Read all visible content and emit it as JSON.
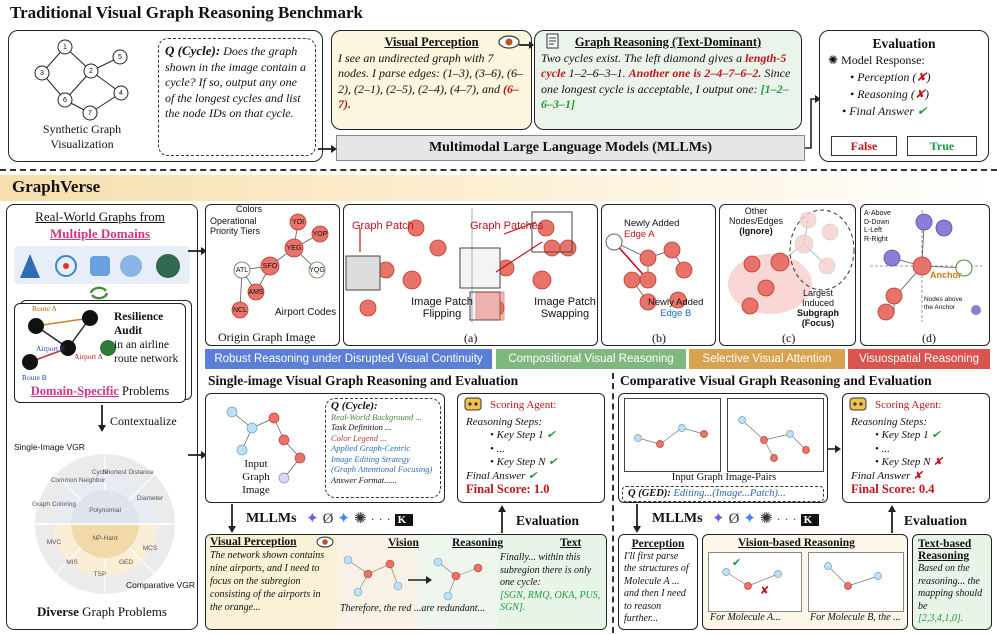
{
  "top": {
    "heading": "Traditional Visual Graph Reasoning Benchmark",
    "synthetic_caption_1": "Synthetic Graph",
    "synthetic_caption_2": "Visualization",
    "graph_nodes": [
      "1",
      "2",
      "3",
      "4",
      "5",
      "6",
      "7"
    ],
    "question_label": "Q (Cycle):",
    "question_text": "Does the graph shown in the image contain a cycle? If so, output any one of the longest cycles and list the node IDs on that cycle.",
    "perception_title": "Visual Perception",
    "perception_text": "I see an undirected graph with 7 nodes. I parse edges: (1–3), (3–6), (6–2), (2–1), (2–5), (2–4), (4–7), and",
    "perception_highlight": "(6–7).",
    "reasoning_title": "Graph Reasoning (Text-Dominant)",
    "reasoning_a": "Two cycles exist. The left diamond gives a",
    "reasoning_b": "length-5 cycle",
    "reasoning_c": "1–2–6–3–1.",
    "reasoning_d": "Another one is 2–4–7–6–2.",
    "reasoning_e": "Since one longest cycle is acceptable, I output one:",
    "reasoning_f": "[1–2–6–3–1]",
    "mllm_label": "Multimodal Large Language Models (MLLMs)",
    "eval_title": "Evaluation",
    "eval_model": "Model Response:",
    "eval_items": [
      "Perception",
      "Reasoning",
      "Final Answer"
    ],
    "eval_false": "False",
    "eval_true": "True"
  },
  "graphverse": {
    "title": "GraphVerse",
    "real_world_1": "Real-World Graphs from",
    "real_world_2": "Multiple Domains",
    "route_a": "Route A",
    "route_b": "Route B",
    "airport_a": "Airport A",
    "airport_b": "Airport B",
    "resilience_1": "Resilience",
    "resilience_2": "Audit",
    "resilience_3": "in an airline",
    "resilience_4": "route network",
    "domain_specific": "Domain-Specific",
    "problems": "Problems",
    "contextualize": "Contextualize",
    "single_vgr": "Single-Image VGR",
    "comparative_vgr": "Comparative VGR",
    "diverse": "Diverse",
    "graph_problems": "Graph Problems",
    "wheel_labels": [
      "Cycle",
      "Shortest Distance",
      "Diameter",
      "Common Neighbor",
      "Graph Coloring",
      "Polynomial",
      "NP-Hard",
      "MCS",
      "GED",
      "TSP",
      "MIS",
      "MVC"
    ],
    "origin_graph": "Origin Graph Image",
    "colors": "Colors",
    "tiers_1": "Operational",
    "tiers_2": "Priority Tiers",
    "airport_codes": "Airport Codes",
    "airport_nodes": [
      "YOI",
      "YOP",
      "YEG",
      "ATL",
      "SFO",
      "YQG",
      "AMS",
      "NCL"
    ],
    "graph_patch": "Graph Patch",
    "graph_patches": "Graph Patches",
    "flip_1": "Image Patch",
    "flip_2": "Flipping",
    "swap_1": "Image Patch",
    "swap_2": "Swapping",
    "label_a": "(a)",
    "label_b": "(b)",
    "label_c": "(c)",
    "label_d": "(d)",
    "newly_added_a": "Newly Added",
    "edge_a": "Edge A",
    "newly_added_b": "Newly Added",
    "edge_b": "Edge B",
    "other_nodes_1": "Other",
    "other_nodes_2": "Nodes/Edges",
    "ignore": "(Ignore)",
    "largest_1": "Largest",
    "largest_2": "Induced",
    "largest_3": "Subgraph (Focus)",
    "dir_legend": [
      "A-Above",
      "D-Down",
      "L-Left",
      "R-Right"
    ],
    "anchor": "Anchor",
    "nodes_above": "Nodes above the Anchor",
    "banners": [
      "Robust Reasoning under Disrupted Visual Continuity",
      "Compositional Visual Reasoning",
      "Selective Visual Attention",
      "Visuospatial Reasoning"
    ],
    "banner_colors": [
      "#5b7fd6",
      "#7fb87f",
      "#d9a250",
      "#d9534f"
    ]
  },
  "single": {
    "title": "Single-image Visual Graph Reasoning and Evaluation",
    "input_1": "Input",
    "input_2": "Graph",
    "input_3": "Image",
    "q_label": "Q (Cycle):",
    "q_lines": [
      "Real-World Background ...",
      "Task Definition ...",
      "Color Legend ...",
      "Applied Graph-Centric",
      "Image Editing Strategy",
      "(Graph Attentional Focusing)",
      "Answer Format......"
    ],
    "scoring": "Scoring Agent:",
    "reasoning_steps": "Reasoning Steps:",
    "key_step_1": "Key Step 1",
    "dots": "...",
    "key_step_n": "Key Step N",
    "final_answer": "Final Answer",
    "final_score": "Final Score: 1.0",
    "mllms": "MLLMs",
    "evaluation": "Evaluation",
    "vp_title": "Visual Perception",
    "vp_text": "The network shown contains nine airports, and I need to focus on the subregion consisting of the airports in the orange...",
    "vision": "Vision",
    "reasoning": "Reasoning",
    "text": "Text",
    "therefore": "Therefore, the red ...are redundant...",
    "text_body_1": "Finally... within this subregion there is only one cycle:",
    "text_body_2": "[SGN, RMQ, OKA, PUS, SGN].",
    "ellipsis": "..."
  },
  "comparative": {
    "title": "Comparative Visual Graph Reasoning and Evaluation",
    "pairs": "Input Graph Image-Pairs",
    "q_label": "Q (GED):",
    "q_text": "Editing...(Image...Patch)...",
    "scoring": "Scoring Agent:",
    "reasoning_steps": "Reasoning Steps:",
    "key_step_1": "Key Step 1",
    "dots": "...",
    "key_step_n": "Key Step N",
    "final_answer": "Final Answer",
    "final_score": "Final Score: 0.4",
    "mllms": "MLLMs",
    "evaluation": "Evaluation",
    "perception_title": "Perception",
    "perception_text": "I'll first parse the structures of Molecule A ... and then I need to reason further...",
    "vision_reasoning": "Vision-based Reasoning",
    "for_a": "For Molecule A...",
    "for_b": "For Molecule B, the ...",
    "text_reasoning_1": "Text-based",
    "text_reasoning_2": "Reasoning",
    "text_body_1": "Based on the reasoning... the mapping should be",
    "text_body_2": "[2,3,4,1,0].",
    "ellipsis": "..."
  }
}
